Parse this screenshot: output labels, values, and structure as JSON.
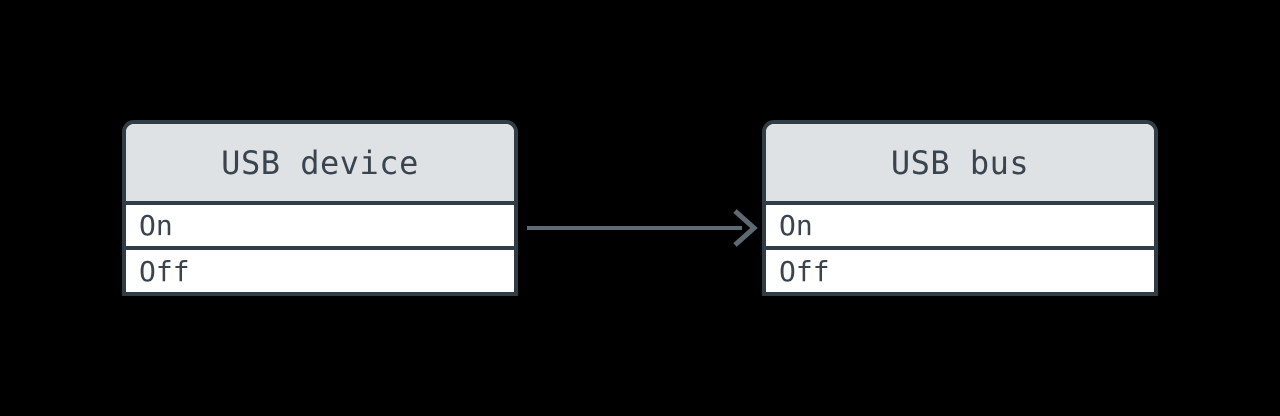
{
  "diagram": {
    "nodes": [
      {
        "title": "USB device",
        "rows": [
          "On",
          "Off"
        ]
      },
      {
        "title": "USB bus",
        "rows": [
          "On",
          "Off"
        ]
      }
    ],
    "edges": [
      {
        "from_node": 0,
        "to_node": 1,
        "type": "arrow",
        "points_to_row": "On"
      }
    ]
  },
  "colors": {
    "background": "#000000",
    "stroke": "#303c46",
    "header_fill": "#dfe2e5",
    "row_fill": "#ffffff",
    "text": "#3a444e",
    "arrow": "#5e6a73"
  }
}
